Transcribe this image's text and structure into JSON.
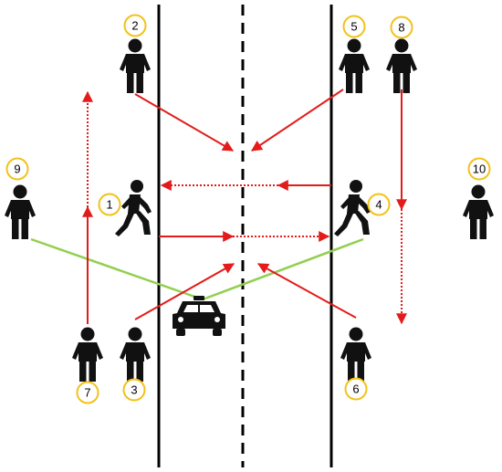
{
  "colors": {
    "road": "#000000",
    "arrow": "#e31b1b",
    "sightline": "#92cf50",
    "badge": "#f2c21b",
    "figure": "#111111"
  },
  "figures": [
    {
      "id": "1",
      "pose": "walking-right",
      "label": "1"
    },
    {
      "id": "2",
      "pose": "standing",
      "label": "2"
    },
    {
      "id": "3",
      "pose": "standing",
      "label": "3"
    },
    {
      "id": "4",
      "pose": "walking-right",
      "label": "4"
    },
    {
      "id": "5",
      "pose": "standing",
      "label": "5"
    },
    {
      "id": "6",
      "pose": "standing",
      "label": "6"
    },
    {
      "id": "7",
      "pose": "standing",
      "label": "7"
    },
    {
      "id": "8",
      "pose": "standing",
      "label": "8"
    },
    {
      "id": "9",
      "pose": "standing",
      "label": "9"
    },
    {
      "id": "10",
      "pose": "standing",
      "label": "10"
    }
  ],
  "vehicle": {
    "icon": "taxi-icon"
  }
}
